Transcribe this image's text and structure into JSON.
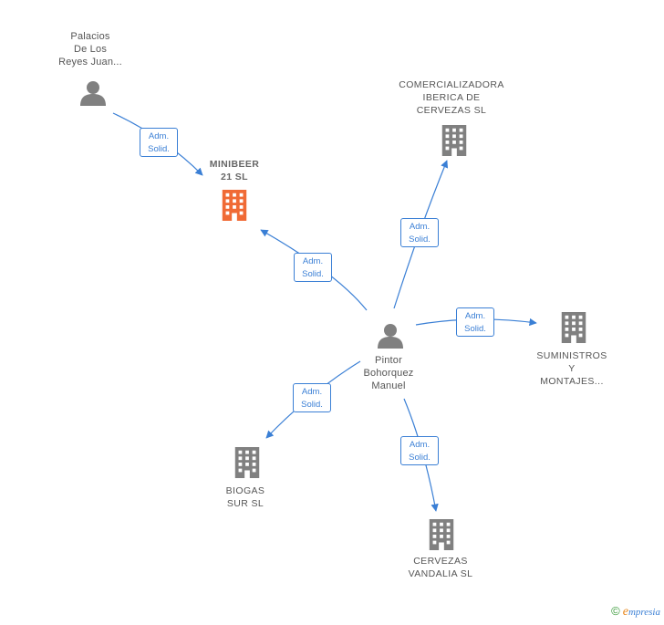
{
  "nodes": {
    "palacios": {
      "label": "Palacios\nDe Los\nReyes Juan..."
    },
    "minibeer": {
      "label": "MINIBEER\n21  SL"
    },
    "comercializadora": {
      "label": "COMERCIALIZADORA\nIBERICA DE\nCERVEZAS SL"
    },
    "pintor": {
      "label": "Pintor\nBohorquez\nManuel"
    },
    "suministros": {
      "label": "SUMINISTROS\nY\nMONTAJES..."
    },
    "biogas": {
      "label": "BIOGAS\nSUR SL"
    },
    "cervezas": {
      "label": "CERVEZAS\nVANDALIA  SL"
    }
  },
  "edges": [
    {
      "id": "palacios-minibeer",
      "line1": "Adm.",
      "line2": "Solid."
    },
    {
      "id": "pintor-minibeer",
      "line1": "Adm.",
      "line2": "Solid."
    },
    {
      "id": "pintor-comercializadora",
      "line1": "Adm.",
      "line2": "Solid."
    },
    {
      "id": "pintor-suministros",
      "line1": "Adm.",
      "line2": "Solid."
    },
    {
      "id": "pintor-biogas",
      "line1": "Adm.",
      "line2": "Solid."
    },
    {
      "id": "pintor-cervezas",
      "line1": "Adm.",
      "line2": "Solid."
    }
  ],
  "colors": {
    "edge": "#3a7fd5",
    "company": "#808080",
    "focus_company": "#f06a35",
    "person": "#808080"
  },
  "brand": {
    "copyright": "©",
    "initial": "e",
    "name": "mpresia"
  }
}
